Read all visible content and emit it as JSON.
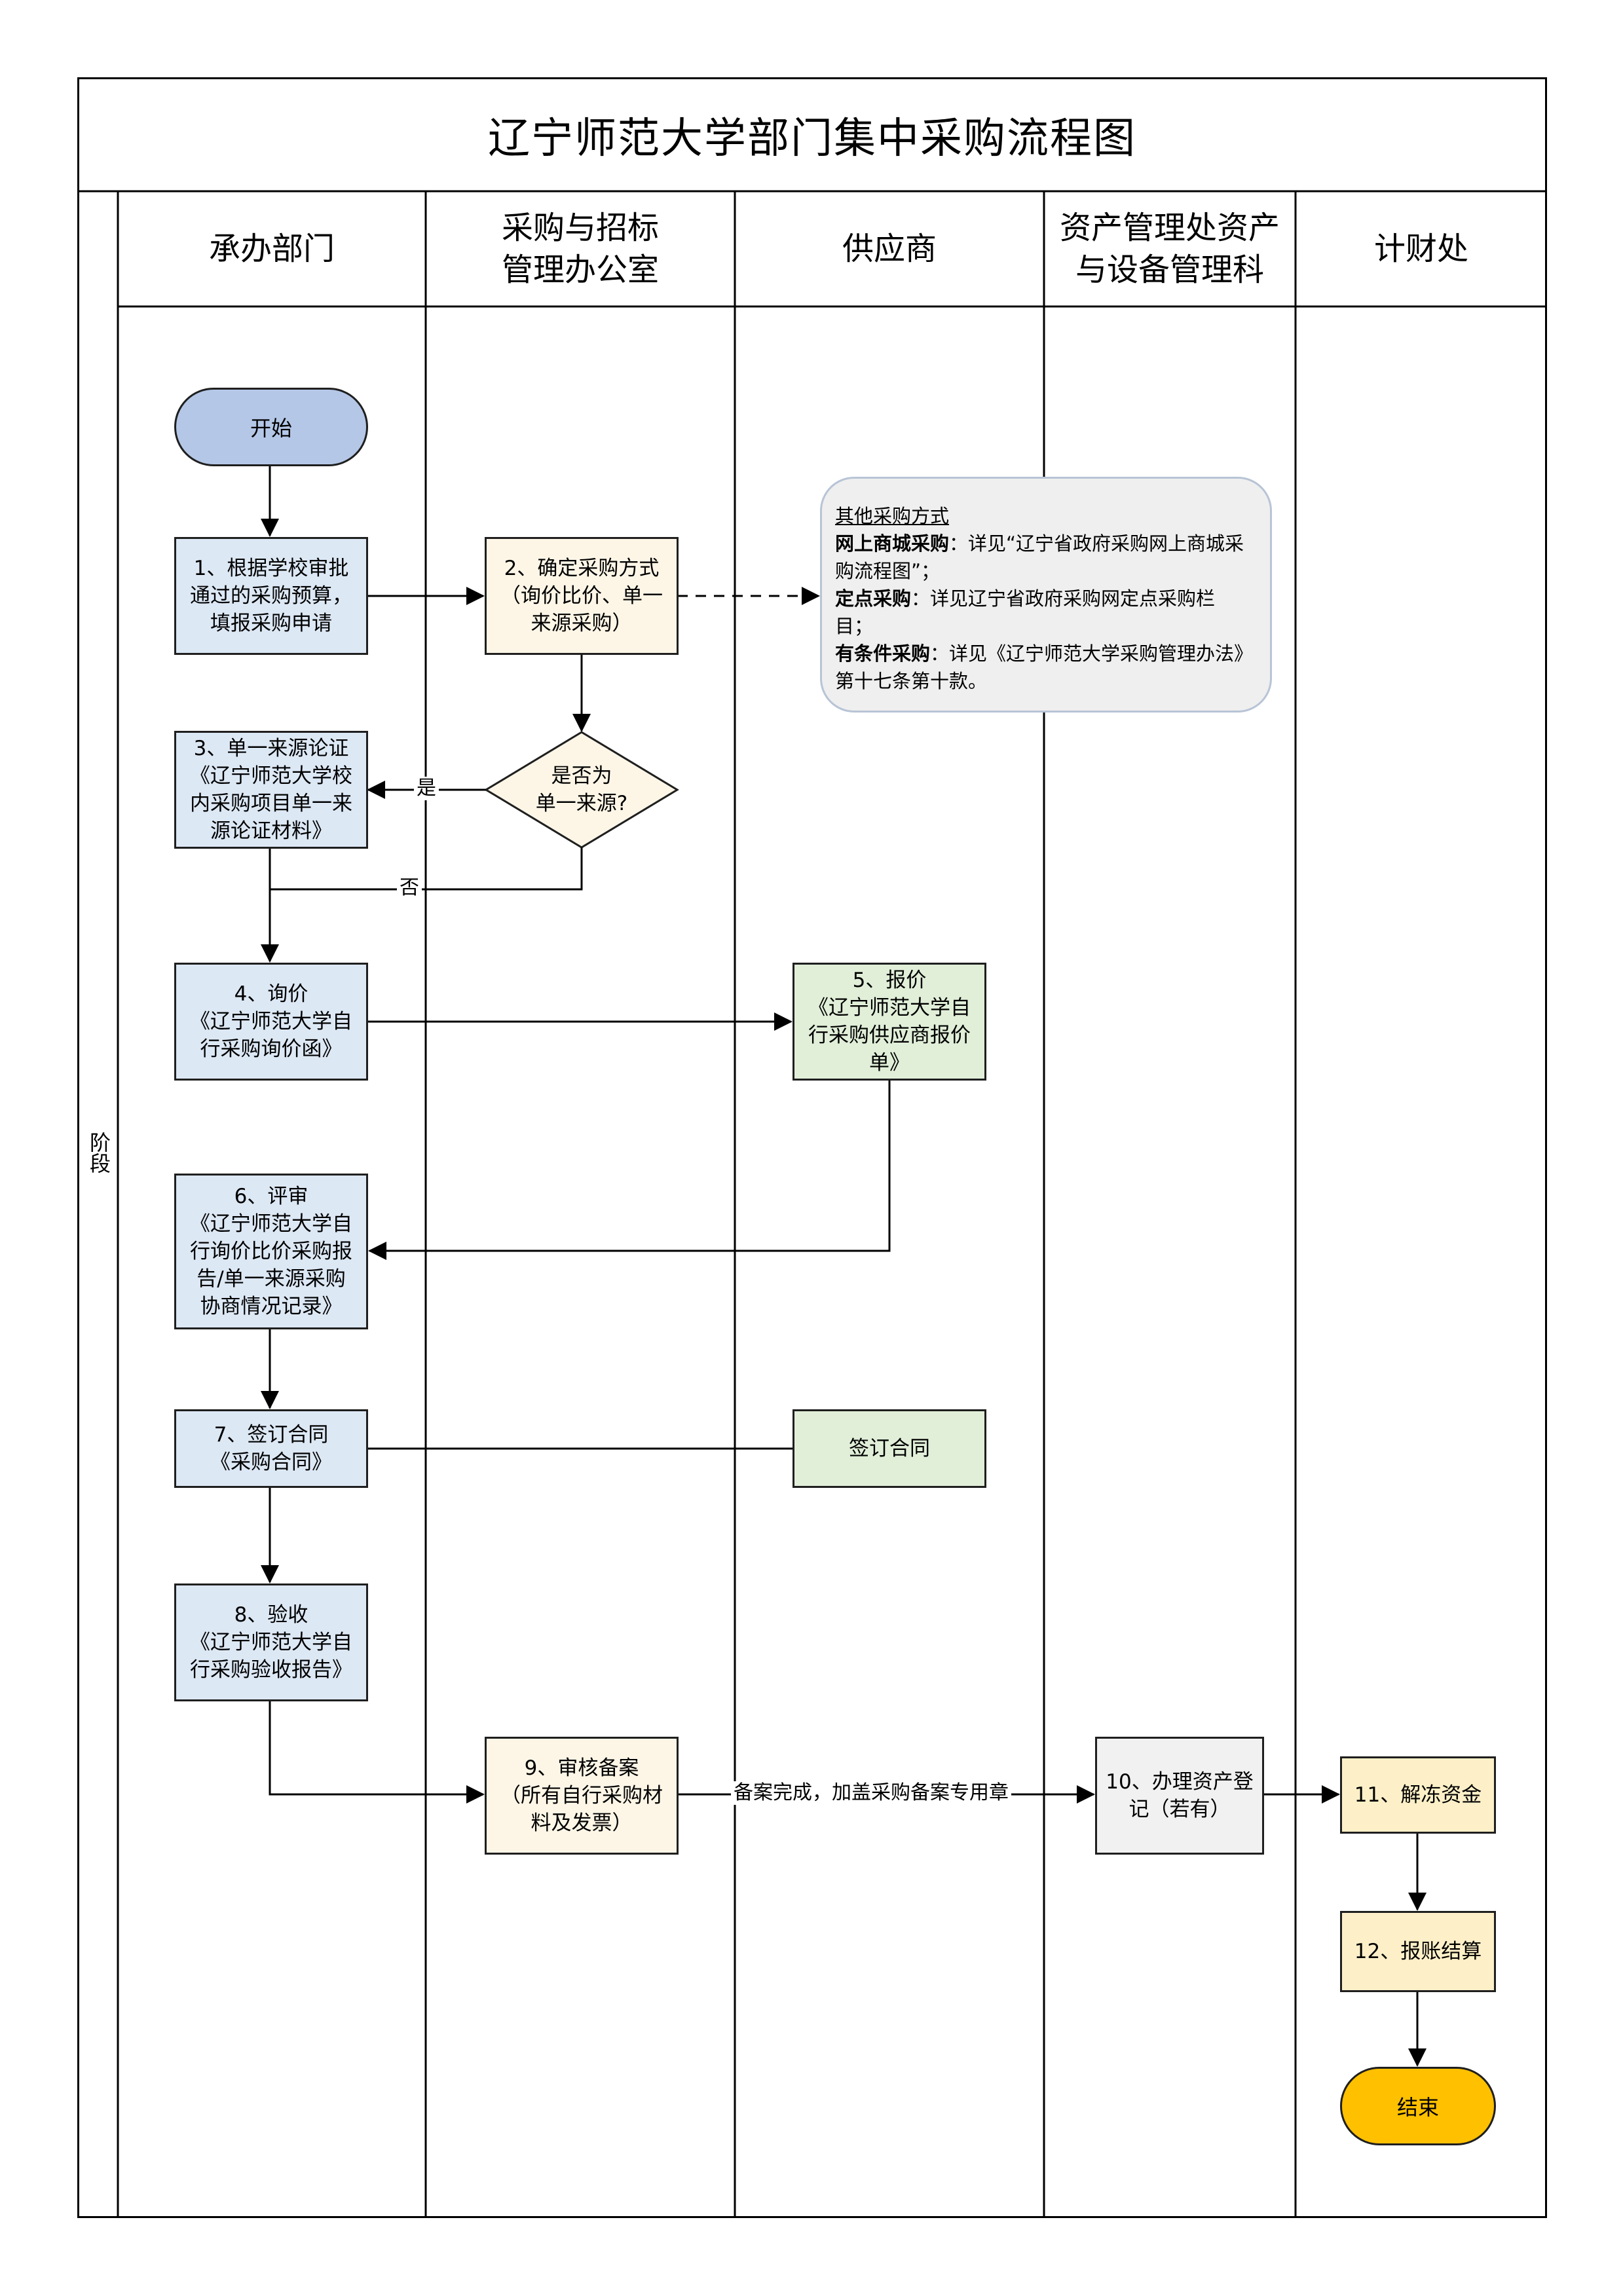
{
  "title": "辽宁师范大学部门集中采购流程图",
  "stage_label": "阶段",
  "lanes": [
    {
      "name": "承办部门"
    },
    {
      "name": "采购与招标\n管理办公室"
    },
    {
      "name": "供应商"
    },
    {
      "name": "资产管理处资产\n与设备管理科"
    },
    {
      "name": "计财处"
    }
  ],
  "nodes": {
    "start": "开始",
    "n1": "1、根据学校审批\n通过的采购预算，\n填报采购申请",
    "n2": "2、确定采购方式\n（询价比价、单一\n来源采购）",
    "decision": "是否为\n单一来源?",
    "n3": "3、单一来源论证\n《辽宁师范大学校\n内采购项目单一来\n源论证材料》",
    "n4": "4、询价\n《辽宁师范大学自\n行采购询价函》",
    "n5": "5、报价\n《辽宁师范大学自\n行采购供应商报价\n单》",
    "n6": "6、评审\n《辽宁师范大学自\n行询价比价采购报\n告/单一来源采购\n协商情况记录》",
    "n7": "7、签订合同\n《采购合同》",
    "n7b": "签订合同",
    "n8": "8、验收\n《辽宁师范大学自\n行采购验收报告》",
    "n9": "9、审核备案\n（所有自行采购材\n料及发票）",
    "n10": "10、办理资产登\n记（若有）",
    "n11": "11、解冻资金",
    "n12": "12、报账结算",
    "end": "结束"
  },
  "note": {
    "title": "其他采购方式",
    "items": [
      {
        "label": "网上商城采购",
        "text": "：详见“辽宁省政府采购网上商城采购流程图”；"
      },
      {
        "label": "定点采购",
        "text": "：详见辽宁省政府采购网定点采购栏目；"
      },
      {
        "label": "有条件采购",
        "text": "：详见《辽宁师范大学采购管理办法》第十七条第十款。"
      }
    ]
  },
  "edge_labels": {
    "yes": "是",
    "no": "否",
    "filed": "备案完成，加盖采购备案专用章"
  },
  "colors": {
    "start_fill": "#b4c7e7",
    "end_fill": "#ffc000",
    "dept_fill": "#dde8f5",
    "office_fill": "#fdf6e7",
    "supplier_fill": "#e1efd9",
    "asset_fill": "#f1f1f1",
    "finance_fill": "#fdf0c8"
  }
}
